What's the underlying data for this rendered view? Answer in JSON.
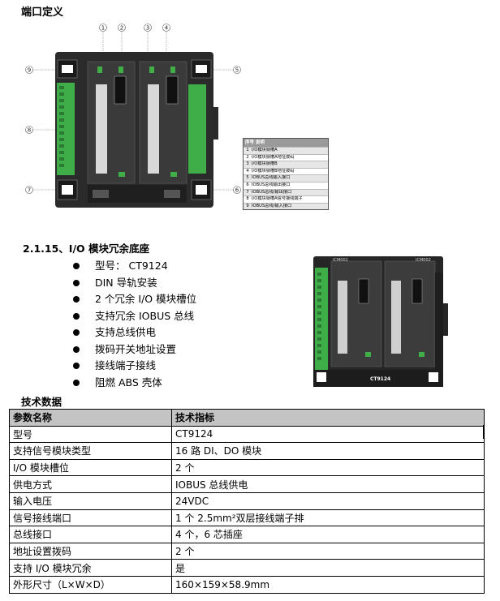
{
  "section_title": "端口定义",
  "figure1": {
    "callouts": [
      "1",
      "2",
      "3",
      "4",
      "5",
      "6",
      "7",
      "8",
      "9"
    ],
    "legend": {
      "header": "序号  说明",
      "rows": [
        {
          "n": "1",
          "text": "I/O模块锁槽A"
        },
        {
          "n": "2",
          "text": "I/O模块锁槽A地址拨码"
        },
        {
          "n": "3",
          "text": "I/O模块锁槽B"
        },
        {
          "n": "4",
          "text": "I/O模块锁槽B地址拨码"
        },
        {
          "n": "5",
          "text": "IOBUS总线输入接口"
        },
        {
          "n": "6",
          "text": "IOBUS总线输出接口"
        },
        {
          "n": "7",
          "text": "IOBUS总线/输出接口"
        },
        {
          "n": "8",
          "text": "I/O模块锁槽A信号接线端子"
        },
        {
          "n": "9",
          "text": "IOBUS总线/输入接口"
        }
      ]
    }
  },
  "subsection": {
    "title": "2.1.15、I/O 模块冗余底座",
    "features": [
      "型号：  CT9124",
      "DIN 导轨安装",
      "2 个冗余 I/O 模块槽位",
      "支持冗余 IOBUS 总线",
      "支持总线供电",
      "拨码开关地址设置",
      "接线端子接线",
      "阻燃 ABS 壳体"
    ],
    "photo_labels": {
      "slot_a": "ICM001",
      "slot_b": "ICM002",
      "model": "CT9124"
    }
  },
  "tech_title": "技术数据",
  "spec_table": {
    "headers": [
      "参数名称",
      "技术指标"
    ],
    "rows": [
      [
        "型号",
        "CT9124"
      ],
      [
        "支持信号模块类型",
        "16 路 DI、DO 模块"
      ],
      [
        "I/O 模块槽位",
        "2 个"
      ],
      [
        "供电方式",
        "IOBUS 总线供电"
      ],
      [
        "输入电压",
        "24VDC"
      ],
      [
        "信号接线端口",
        "1 个 2.5mm²双层接线端子排"
      ],
      [
        "总线接口",
        "4 个，6 芯插座"
      ],
      [
        "地址设置拨码",
        "2 个"
      ],
      [
        "支持 I/O 模块冗余",
        "是"
      ],
      [
        "外形尺寸（L×W×D）",
        "160×159×58.9mm"
      ]
    ]
  },
  "colors": {
    "housing": "#2b2b2b",
    "terminal_green": "#3fae49",
    "header_gray": "#c4c4c4"
  }
}
